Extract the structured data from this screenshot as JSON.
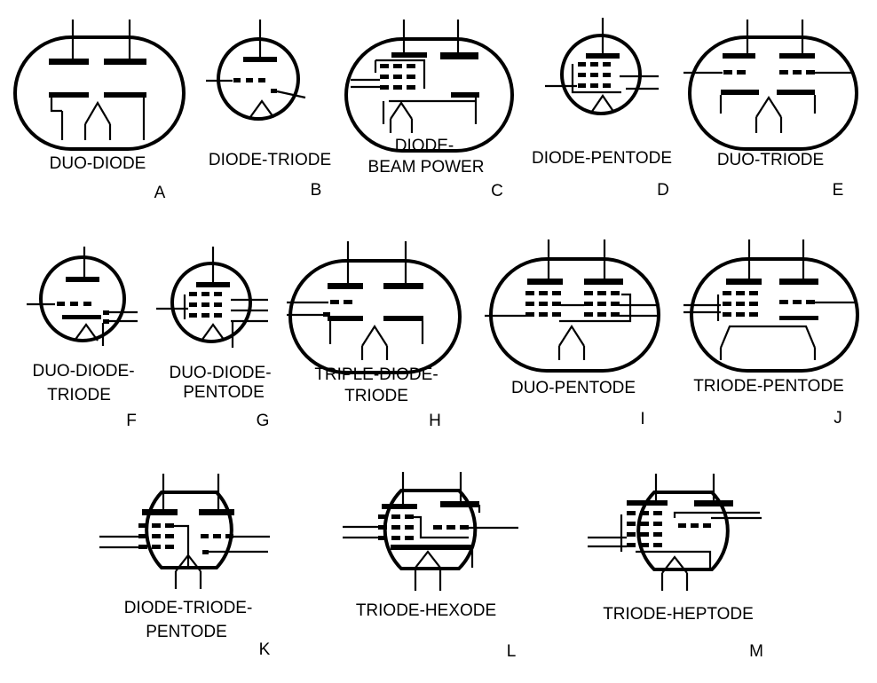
{
  "figure": {
    "tubes": [
      {
        "id": "A",
        "letter": "A",
        "label_lines": [
          "DUO-DIODE"
        ]
      },
      {
        "id": "B",
        "letter": "B",
        "label_lines": [
          "DIODE-TRIODE"
        ]
      },
      {
        "id": "C",
        "letter": "C",
        "label_lines": [
          "DIODE-",
          "BEAM POWER"
        ]
      },
      {
        "id": "D",
        "letter": "D",
        "label_lines": [
          "DIODE-PENTODE"
        ]
      },
      {
        "id": "E",
        "letter": "E",
        "label_lines": [
          "DUO-TRIODE"
        ]
      },
      {
        "id": "F",
        "letter": "F",
        "label_lines": [
          "DUO-DIODE-",
          "TRIODE"
        ]
      },
      {
        "id": "G",
        "letter": "G",
        "label_lines": [
          "DUO-DIODE-",
          "PENTODE"
        ]
      },
      {
        "id": "H",
        "letter": "H",
        "label_lines": [
          "TRIPLE-DIODE-",
          "TRIODE"
        ]
      },
      {
        "id": "I",
        "letter": "I",
        "label_lines": [
          "DUO-PENTODE"
        ]
      },
      {
        "id": "J",
        "letter": "J",
        "label_lines": [
          "TRIODE-PENTODE"
        ]
      },
      {
        "id": "K",
        "letter": "K",
        "label_lines": [
          "DIODE-TRIODE-",
          "PENTODE"
        ]
      },
      {
        "id": "L",
        "letter": "L",
        "label_lines": [
          "TRIODE-HEXODE"
        ]
      },
      {
        "id": "M",
        "letter": "M",
        "label_lines": [
          "TRIODE-HEPTODE"
        ]
      }
    ]
  }
}
